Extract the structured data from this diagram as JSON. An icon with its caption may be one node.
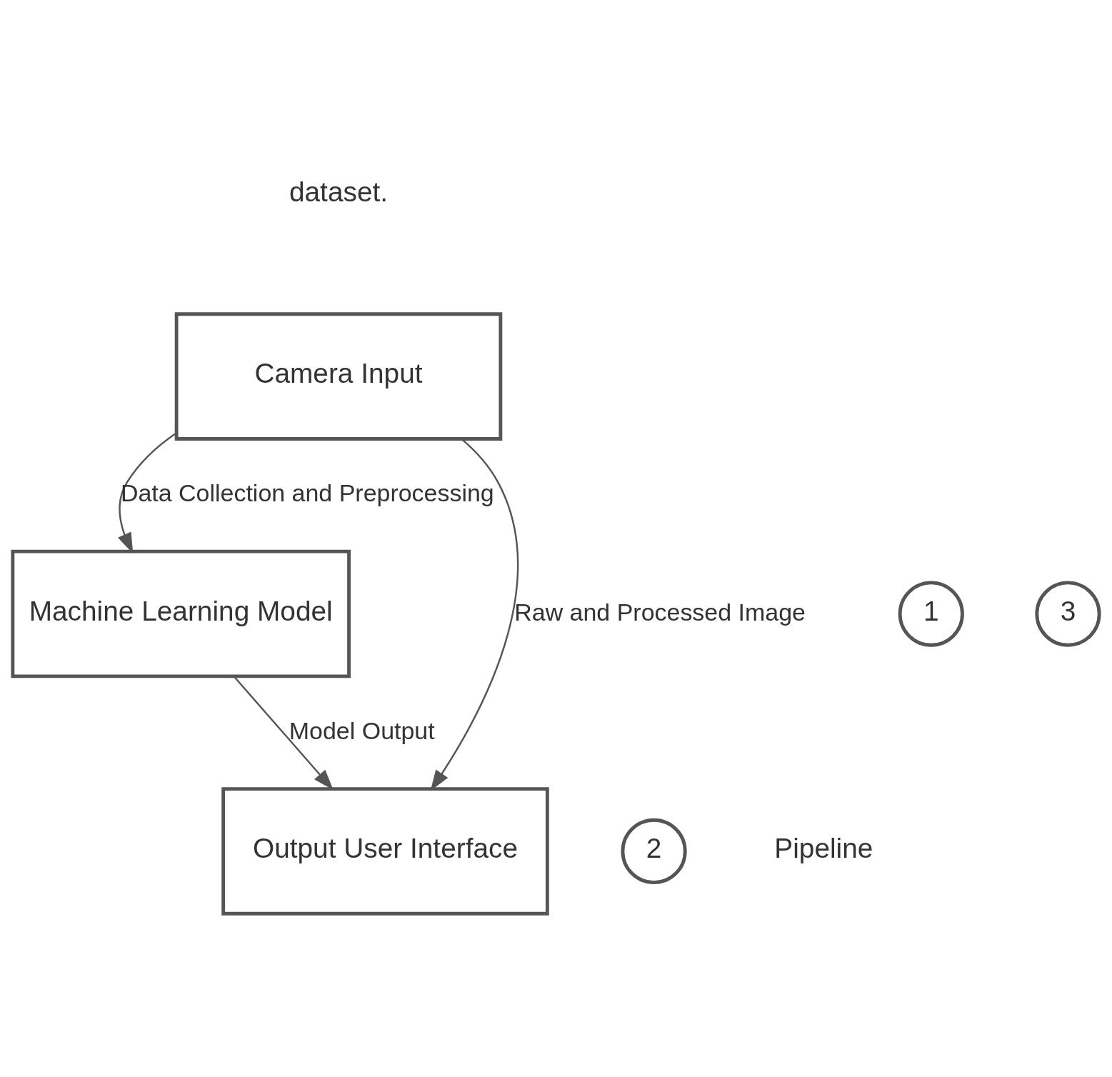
{
  "diagram": {
    "nodes": [
      {
        "text": [
          "Camera Input"
        ]
      },
      {
        "text": [
          "Machine Learning Model"
        ]
      },
      {
        "text": [
          "Output User Interface"
        ]
      },
      {
        "text": [
          "1"
        ]
      },
      {
        "text": [
          "2"
        ]
      },
      {
        "text": [
          "3"
        ]
      }
    ],
    "edges": [
      {
        "from": 0,
        "to": 1,
        "arrow": "to",
        "label": "Data Collection and Preprocessing"
      },
      {
        "from": 0,
        "to": 2,
        "arrow": "to",
        "label": "Raw and Processed Image"
      },
      {
        "from": 1,
        "to": 2,
        "arrow": "to",
        "label": "Model Output"
      }
    ],
    "labels": [
      "dataset.",
      "Pipeline"
    ]
  }
}
